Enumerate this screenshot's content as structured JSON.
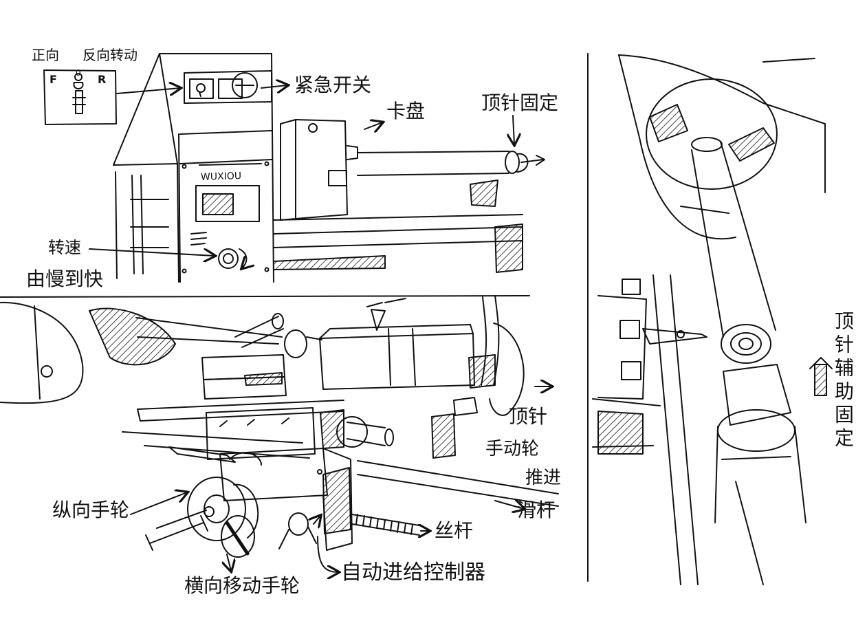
{
  "labels": {
    "switch_forward": "正向",
    "switch_reverse": "反向转动",
    "switch_letters": [
      "F",
      "0",
      "R"
    ],
    "emergency_switch": "紧急开关",
    "chuck": "卡盘",
    "tailstock_fix": "顶针固定",
    "panel_brand": "WUXIOU",
    "speed": "转速",
    "speed_range": "由慢到快",
    "longitudinal_wheel": "纵向手轮",
    "cross_wheel": "横向移动手轮",
    "auto_feed": "自动进给控制器",
    "tailstock": "顶针",
    "hand_wheel": "手动轮",
    "push": "推进",
    "slide_rod": "滑杆",
    "lead_screw": "丝杆",
    "tailstock_aux": "顶针辅助固定"
  },
  "colors": {
    "ink": "#111111",
    "paper": "#ffffff"
  }
}
